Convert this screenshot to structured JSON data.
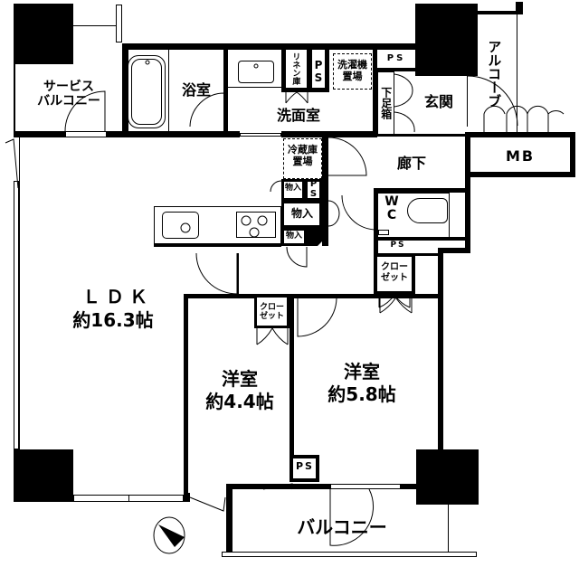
{
  "floor_plan": {
    "rooms": {
      "service_balcony": {
        "label": "サービス\nバルコニー"
      },
      "bathroom": {
        "label": "浴室"
      },
      "washroom": {
        "label": "洗面室"
      },
      "linen_storage": {
        "label": "リネン庫"
      },
      "ps_washroom": {
        "label": "PS"
      },
      "washing_machine": {
        "label": "洗濯機\n置場"
      },
      "ps_top": {
        "label": "PS"
      },
      "shoe_box": {
        "label": "下足箱"
      },
      "entrance": {
        "label": "玄関"
      },
      "alcove": {
        "label": "アルコーブ"
      },
      "mb": {
        "label": "MB"
      },
      "hallway": {
        "label": "廊下"
      },
      "fridge": {
        "label": "冷蔵庫\n置場"
      },
      "storage_small_1": {
        "label": "物入"
      },
      "ps_kitchen": {
        "label": "P\nS"
      },
      "storage_mid": {
        "label": "物入"
      },
      "storage_small_2": {
        "label": "物入"
      },
      "wc": {
        "label": "W\nC"
      },
      "ps_wc": {
        "label": "PS"
      },
      "closet_hall": {
        "label": "クロー\nゼット"
      },
      "ldk": {
        "label": "ＬＤＫ",
        "size": "約16.3帖"
      },
      "western_room_1": {
        "label": "洋室",
        "size": "約4.4帖",
        "closet": "クロー\nゼット"
      },
      "western_room_2": {
        "label": "洋室",
        "size": "約5.8帖"
      },
      "ps_bottom": {
        "label": "PS"
      },
      "balcony": {
        "label": "バルコニー"
      }
    },
    "compass": {
      "icon": "north-arrow"
    }
  }
}
